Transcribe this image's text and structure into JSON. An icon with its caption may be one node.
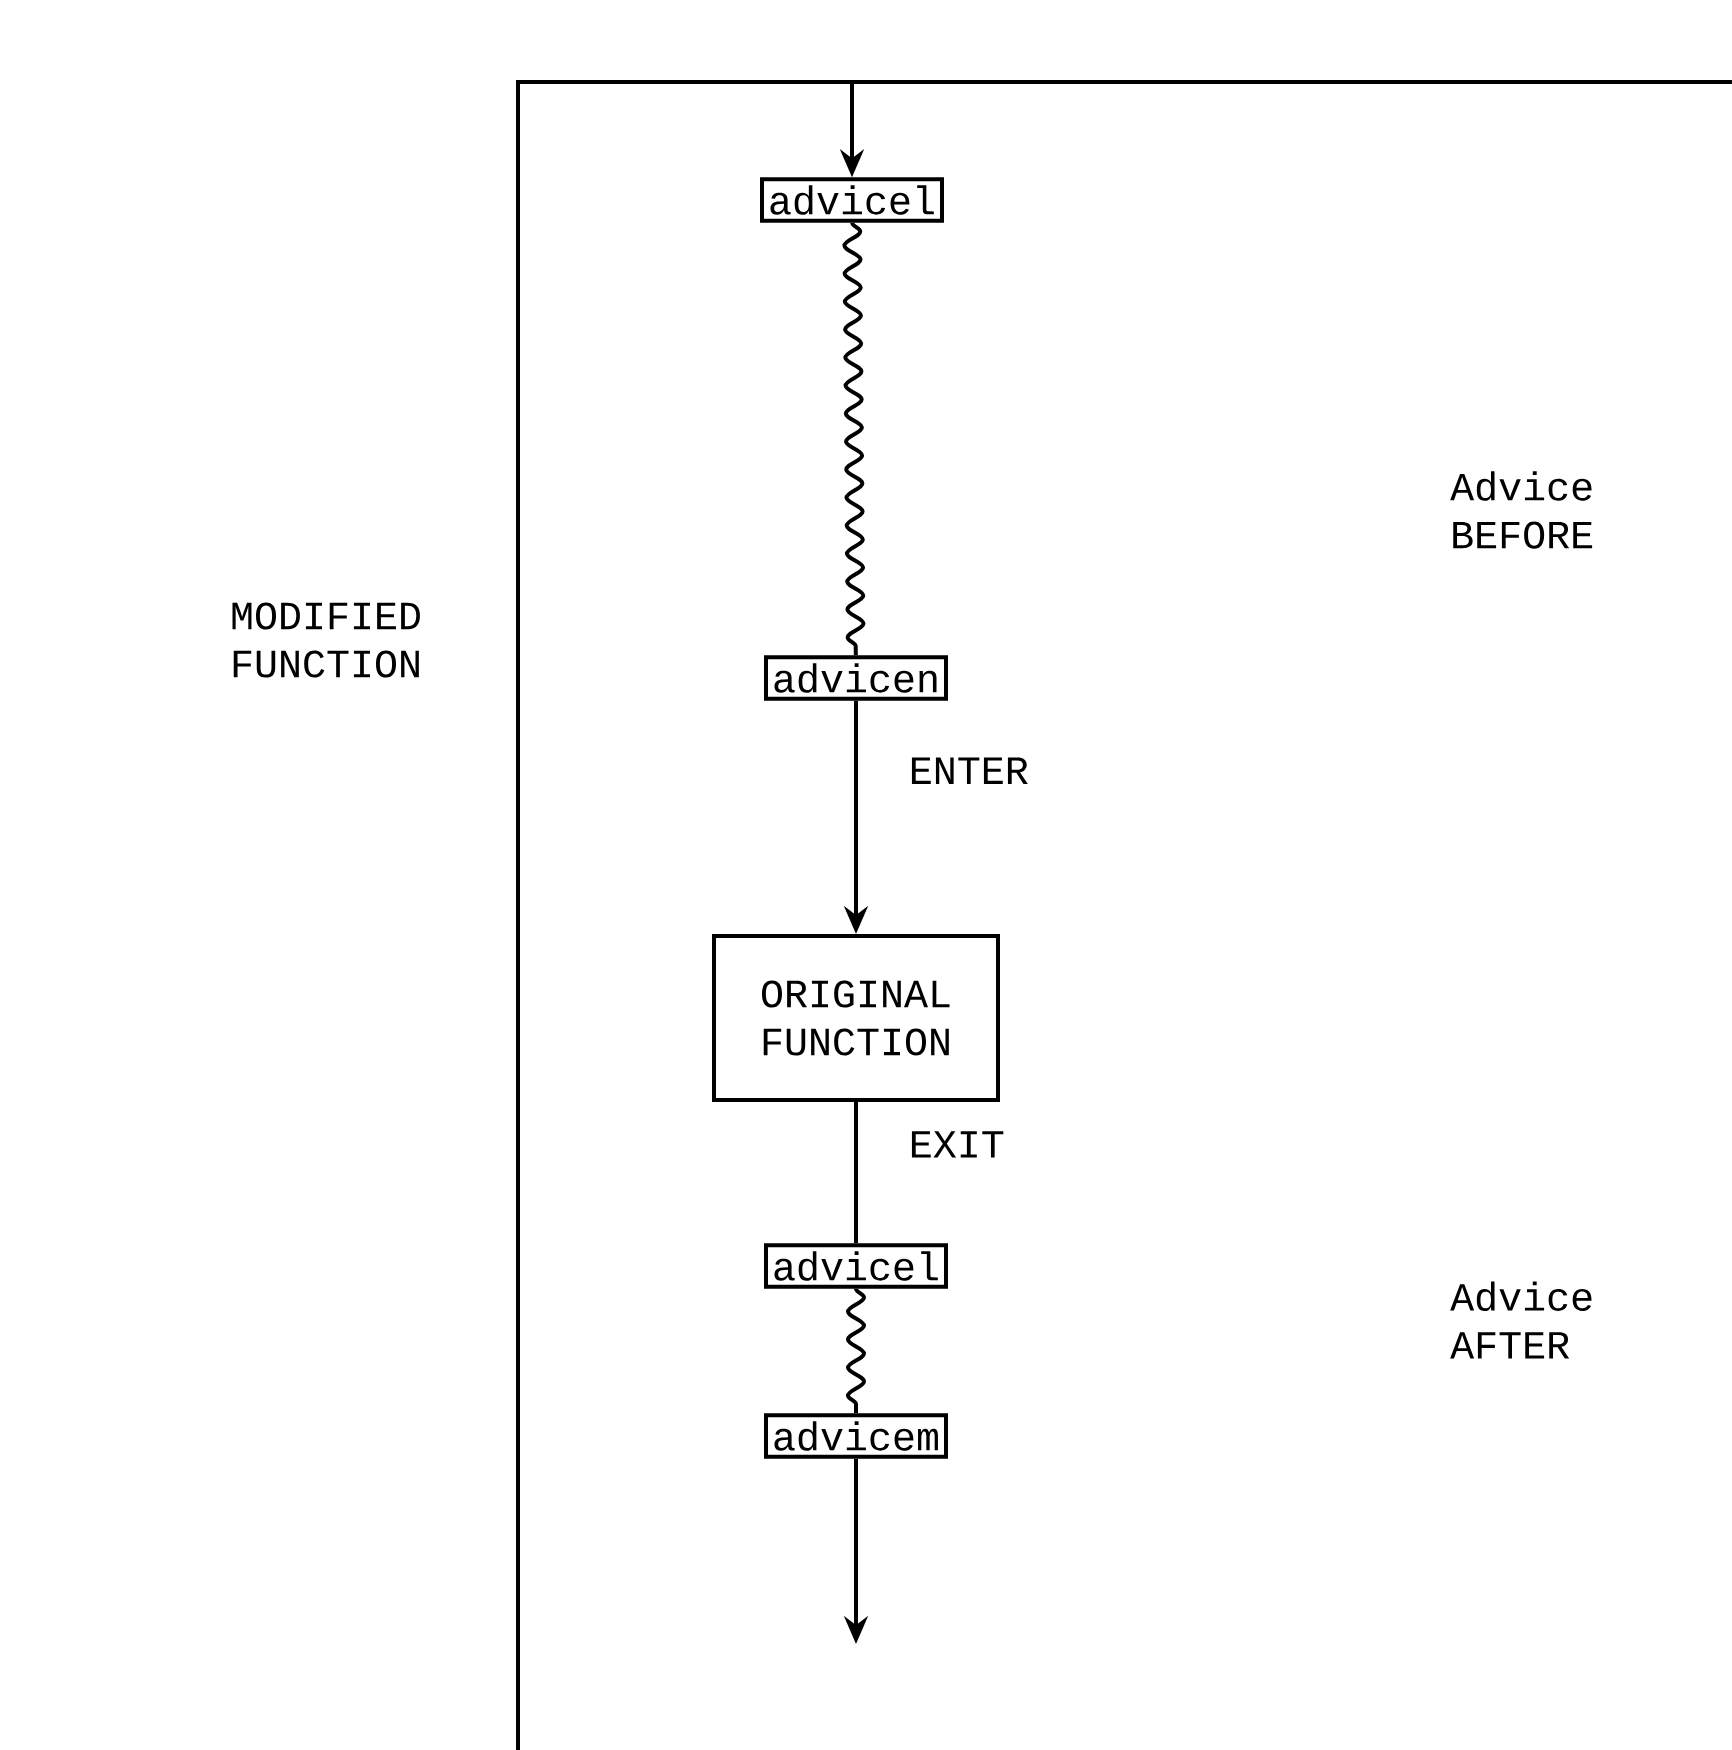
{
  "diagram": {
    "nodes": [
      {
        "text": [
          "MODIFIED FUNCTION"
        ]
      },
      {
        "text": [
          "advicel"
        ],
        "in": 0
      },
      {
        "text": [
          "advicen"
        ],
        "in": 0
      },
      {
        "text": [
          "ORIGINAL FUNCTION"
        ],
        "in": 0
      },
      {
        "text": [
          "advicel"
        ],
        "in": 0
      },
      {
        "text": [
          "advicem"
        ],
        "in": 0
      }
    ],
    "edges": [
      {
        "from": null,
        "to": 1,
        "arrow": "to"
      },
      {
        "from": 1,
        "to": 2,
        "arrow": "none"
      },
      {
        "from": 2,
        "to": 3,
        "arrow": "to",
        "label": "ENTER"
      },
      {
        "from": 3,
        "to": 4,
        "arrow": "none",
        "label": "EXIT"
      },
      {
        "from": 4,
        "to": 5,
        "arrow": "none"
      },
      {
        "from": 5,
        "to": null,
        "arrow": "to"
      }
    ],
    "labels": [
      "Advice BEFORE",
      "Advice AFTER"
    ]
  }
}
